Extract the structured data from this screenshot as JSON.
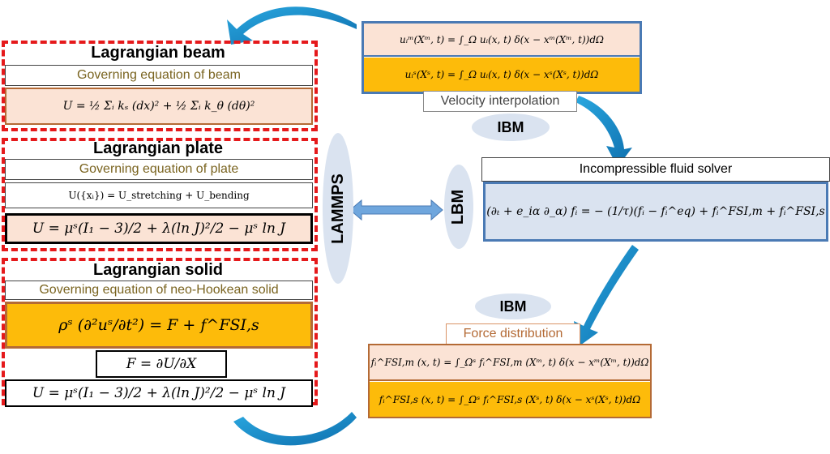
{
  "beam": {
    "title": "Lagrangian beam",
    "subtitle": "Governing equation of beam",
    "equation": "U = ½ Σᵢ kₛ (dx)² + ½ Σᵢ k_θ (dθ)²"
  },
  "plate": {
    "title": "Lagrangian plate",
    "subtitle": "Governing equation of plate",
    "equation_text": "U({xᵢ}) = U_stretching + U_bending",
    "equation": "U = μˢ(I₁ − 3)/2 + λ(ln J)²/2  − μˢ ln J"
  },
  "solid": {
    "title": "Lagrangian solid",
    "subtitle": "Governing equation of neo-Hookean solid",
    "momentum": "ρˢ (∂²uˢ/∂t²) = F + f^FSI,s",
    "force": "F = ∂U/∂X",
    "energy": "U = μˢ(I₁ − 3)/2 + λ(ln J)²/2  − μˢ ln J"
  },
  "solvers": {
    "lammps": "LAMMPS",
    "lbm": "LBM",
    "ibm_top": "IBM",
    "ibm_bottom": "IBM"
  },
  "interpolation": {
    "eq_m": "uᵢᵐ(Xᵐ, t) = ∫_Ω uᵢ(x, t) δ(x − xᵐ(Xᵐ, t))dΩ",
    "eq_s": "uᵢˢ(Xˢ, t) = ∫_Ω uᵢ(x, t) δ(x − xˢ(Xˢ, t))dΩ",
    "label": "Velocity interpolation"
  },
  "fluid": {
    "title": "Incompressible fluid solver",
    "equation": "(∂ₜ + e_iα ∂_α) fᵢ = − (1/τ)(fᵢ − fᵢ^eq) + fᵢ^FSI,m + fᵢ^FSI,s"
  },
  "distribution": {
    "label": "Force distribution",
    "eq_m": "fᵢ^FSI,m (x, t) = ∫_Ωˢ fᵢ^FSI,m (Xᵐ, t) δ(x − xᵐ(Xᵐ, t))dΩ",
    "eq_s": "fᵢ^FSI,s (x, t) = ∫_Ωˢ fᵢ^FSI,s (Xˢ, t) δ(x − xˢ(Xˢ, t))dΩ"
  },
  "colors": {
    "dash_red": "#e5191b",
    "gold": "#fdbb0a",
    "peach": "#fbe3d5",
    "blue": "#4a7ab4",
    "arrow": "#1b9ad6"
  }
}
